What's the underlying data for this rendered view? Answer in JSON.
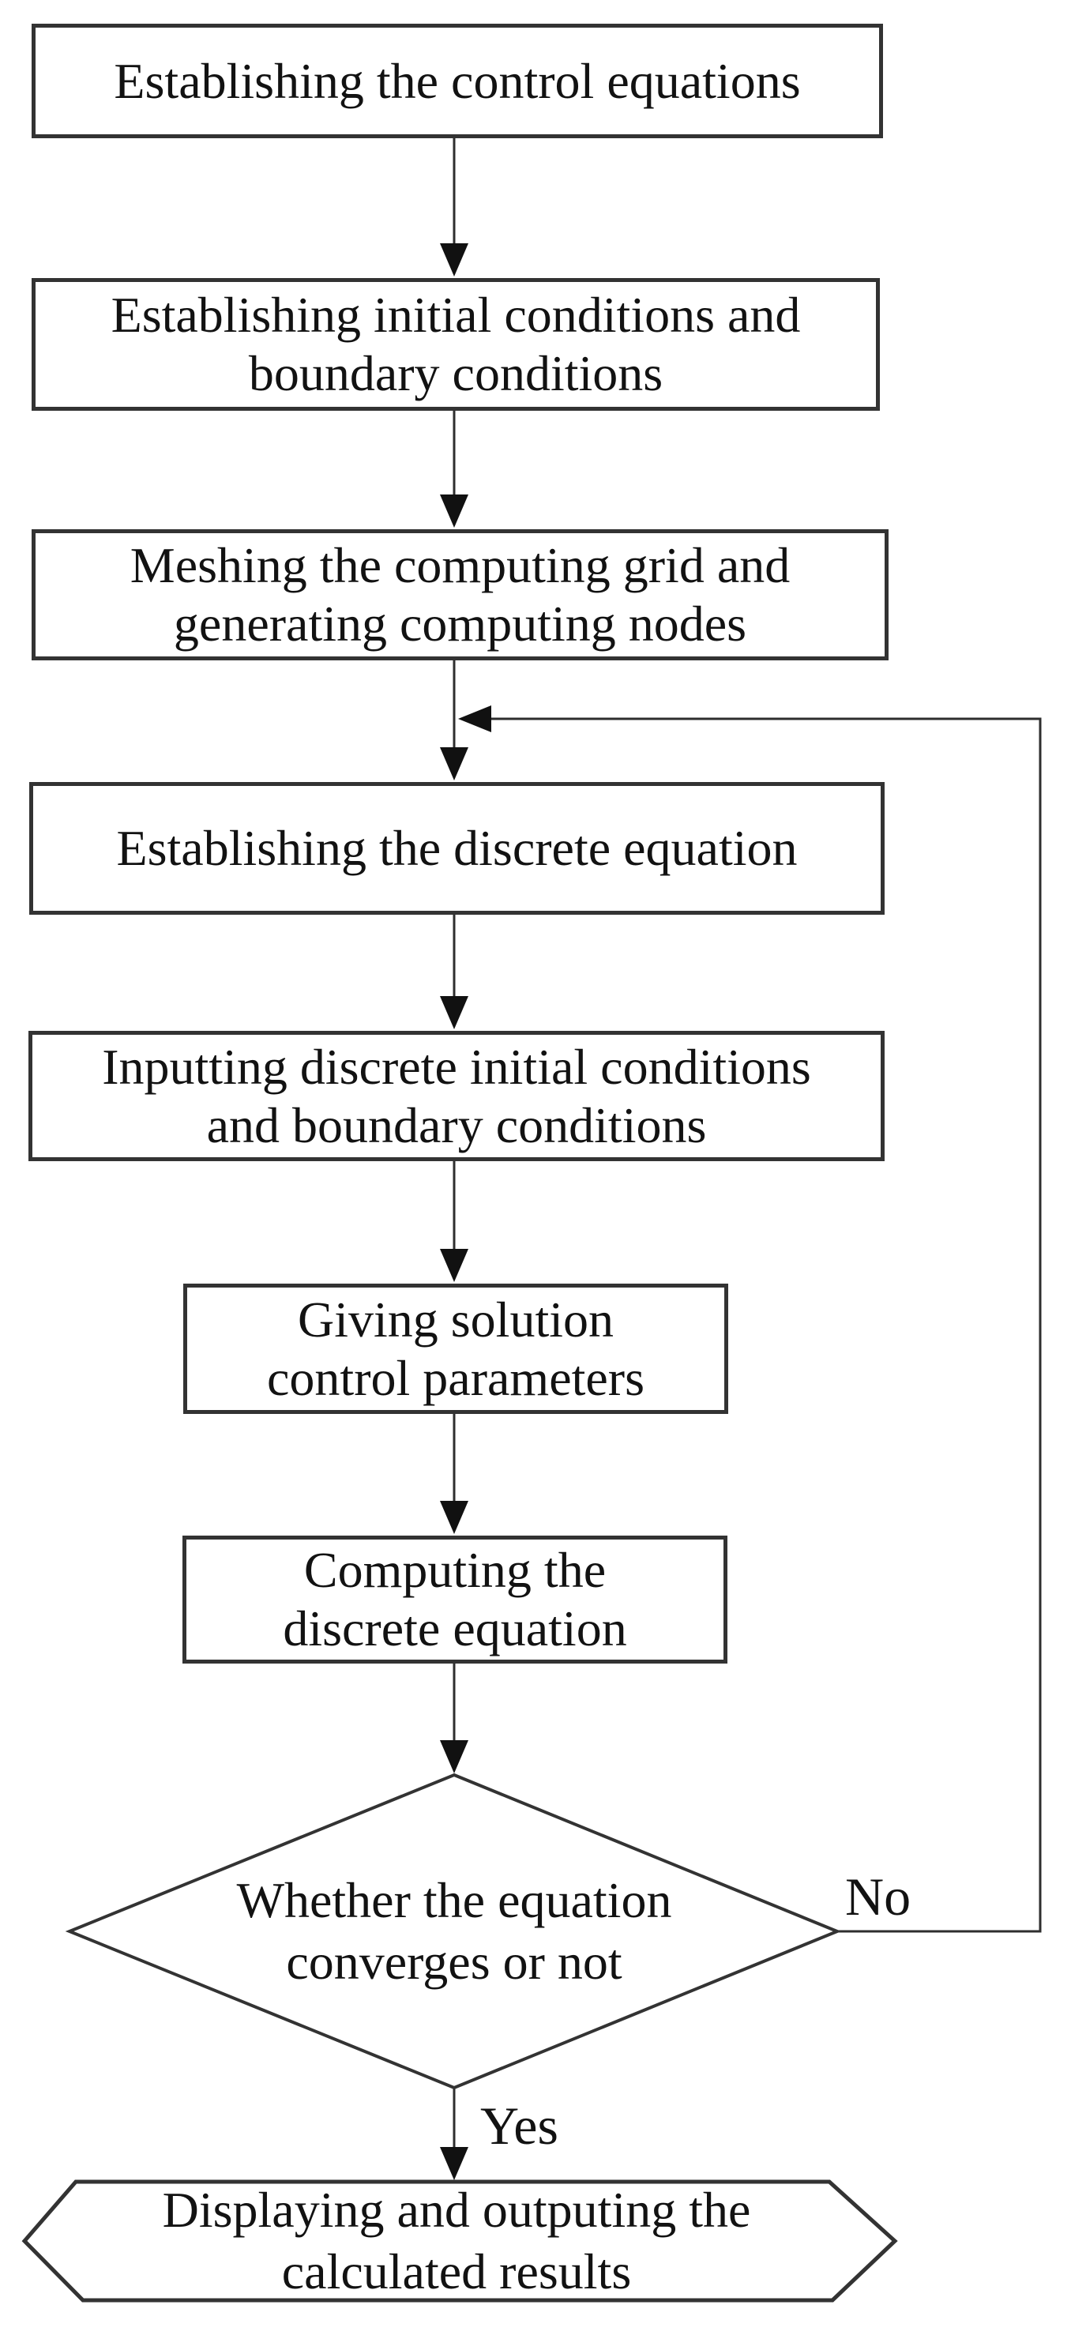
{
  "diagram": {
    "type": "flowchart",
    "colors": {
      "background": "#ffffff",
      "shape_border": "#333333",
      "connector_line": "#2e2e2e",
      "arrowhead": "#111111",
      "text": "#121212"
    },
    "nodes": {
      "n1": {
        "shape": "rectangle",
        "label": "Establishing the control equations",
        "line1": "Establishing the control equations"
      },
      "n2": {
        "shape": "rectangle",
        "label": "Establishing initial conditions and boundary conditions",
        "line1": "Establishing initial conditions and",
        "line2": "boundary conditions"
      },
      "n3": {
        "shape": "rectangle",
        "label": "Meshing the computing grid and generating computing nodes",
        "line1": "Meshing the computing grid and",
        "line2": "generating computing nodes"
      },
      "n4": {
        "shape": "rectangle",
        "label": "Establishing the discrete equation",
        "line1": "Establishing the discrete equation"
      },
      "n5": {
        "shape": "rectangle",
        "label": "Inputting discrete initial conditions and boundary conditions",
        "line1": "Inputting discrete initial conditions",
        "line2": "and boundary conditions"
      },
      "n6": {
        "shape": "rectangle",
        "label": "Giving solution control parameters",
        "line1": "Giving solution",
        "line2": "control parameters"
      },
      "n7": {
        "shape": "rectangle",
        "label": "Computing the discrete equation",
        "line1": "Computing the",
        "line2": "discrete equation"
      },
      "n8": {
        "shape": "diamond",
        "label": "Whether the equation converges or not",
        "line1": "Whether the equation",
        "line2": "converges or not"
      },
      "n9": {
        "shape": "hexagon",
        "label": "Displaying and outputing the calculated results",
        "line1": "Displaying and outputing the",
        "line2": "calculated results"
      }
    },
    "edges": [
      {
        "from": "n1",
        "to": "n2",
        "label": ""
      },
      {
        "from": "n2",
        "to": "n3",
        "label": ""
      },
      {
        "from": "n3",
        "to": "n4",
        "label": ""
      },
      {
        "from": "n4",
        "to": "n5",
        "label": ""
      },
      {
        "from": "n5",
        "to": "n6",
        "label": ""
      },
      {
        "from": "n6",
        "to": "n7",
        "label": ""
      },
      {
        "from": "n7",
        "to": "n8",
        "label": ""
      },
      {
        "from": "n8",
        "to": "n9",
        "label": "Yes"
      },
      {
        "from": "n8",
        "to": "n4",
        "label": "No"
      }
    ],
    "edge_labels": {
      "yes": "Yes",
      "no": "No"
    }
  }
}
